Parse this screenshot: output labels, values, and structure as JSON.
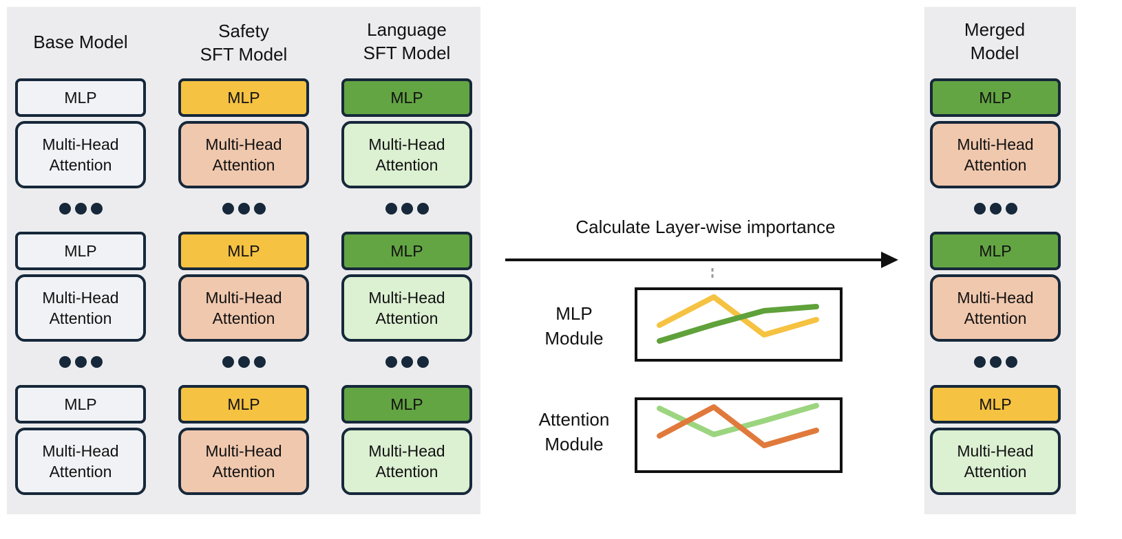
{
  "colors": {
    "panel": "#ececee",
    "border": "#16283a",
    "base": "#f0f2f6",
    "safety_mlp": "#f5c242",
    "safety_attention": "#f0c8ae",
    "language_mlp": "#63a543",
    "language_attention": "#dcf0d2",
    "line_yellow": "#f5c242",
    "line_green": "#5fa13a",
    "line_lightgreen": "#9cd57f",
    "line_orange": "#e07a3c"
  },
  "columns": {
    "base": {
      "title": "Base Model"
    },
    "safety": {
      "title": "Safety\nSFT Model"
    },
    "language": {
      "title": "Language\nSFT Model"
    },
    "merged": {
      "title": "Merged\nModel"
    }
  },
  "blocks": {
    "mlp": "MLP",
    "attention": "Multi-Head\nAttention"
  },
  "merged_layers": [
    {
      "mlp": "language",
      "attention": "safety"
    },
    {
      "mlp": "language",
      "attention": "safety"
    },
    {
      "mlp": "safety",
      "attention": "language"
    }
  ],
  "arrow": {
    "label": "Calculate Layer-wise importance"
  },
  "modules": {
    "mlp": {
      "label": "MLP\nModule"
    },
    "attention": {
      "label": "Attention\nModule"
    }
  }
}
